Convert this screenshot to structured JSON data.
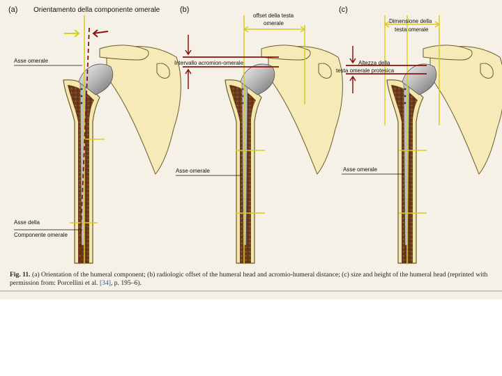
{
  "panels": {
    "a": {
      "letter": "(a)",
      "title": "Orientamento della componente omerale",
      "label_top": "Asse omerale",
      "label_bottom_1": "Asse della",
      "label_bottom_2": "Componente omerale"
    },
    "b": {
      "letter": "(b)",
      "title_1": "offset della testa",
      "title_2": "omerale",
      "label_top": "Intervallo acromion-omerale",
      "label_bottom": "Asse omerale"
    },
    "c": {
      "letter": "(c)",
      "title_1": "Dimensione della",
      "title_2": "testa omerale",
      "label_top_1": "Altezza della",
      "label_top_2": "testa omerale protesica",
      "label_bottom": "Asse omerale"
    }
  },
  "caption": {
    "fig_label": "Fig. 11.",
    "text": "(a) Orientation of the humeral component; (b) radiologic offset of the humeral head and acromio-humeral distance; (c) size and height of the humeral head (reprinted with permission from: Porcellini et al.",
    "ref": "[34]",
    "tail": ", p. 195–6)."
  },
  "colors": {
    "bone": "#f3e6ae",
    "bone_outline": "#6b5a2a",
    "marrow": "#6a3a1c",
    "implant": "#c9c9c9",
    "yellow_line": "#d9cc21",
    "red_line": "#8b1010",
    "background": "#f5f1e6"
  }
}
